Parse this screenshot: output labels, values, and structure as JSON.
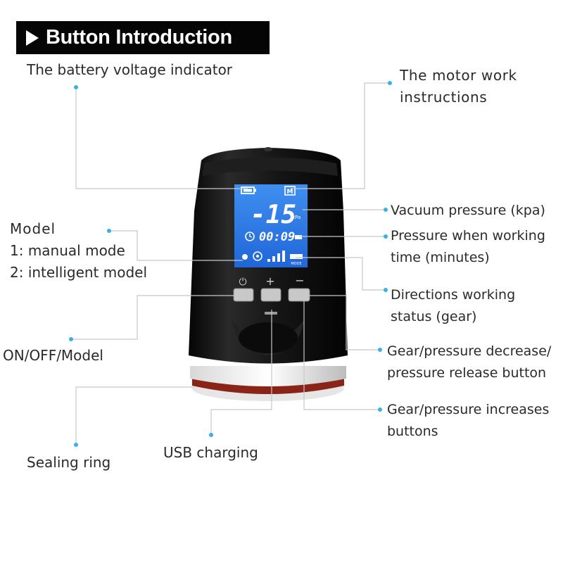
{
  "header": {
    "title": "Button Introduction"
  },
  "labels": {
    "battery": "The battery voltage indicator",
    "motor": [
      "The motor work",
      "instructions"
    ],
    "model": [
      "Model",
      "1: manual mode",
      "2: intelligent model"
    ],
    "vacuum": "Vacuum pressure (kpa)",
    "pressure_time": [
      "Pressure when working",
      "time (minutes)"
    ],
    "directions": [
      "Directions working",
      "status (gear)"
    ],
    "onoff": "ON/OFF/Model",
    "decrease": [
      "Gear/pressure decrease/",
      "pressure release button"
    ],
    "increase": [
      "Gear/pressure increases",
      "buttons"
    ],
    "sealing": "Sealing ring",
    "usb": "USB charging"
  },
  "display": {
    "pressure_value": "-15",
    "pressure_unit": "kPa",
    "time_value": "00:09",
    "mode_label": "MODE",
    "motor_icon": "M"
  },
  "buttons": {
    "power_symbol": "⏻",
    "plus_symbol": "+",
    "minus_symbol": "−"
  },
  "colors": {
    "accent_dot": "#3ab0e8",
    "screen": "#2f7fe8",
    "body": "#111111"
  },
  "icons": [
    "battery-icon",
    "motor-icon",
    "clock-icon",
    "power-icon",
    "gear-bars-icon"
  ]
}
